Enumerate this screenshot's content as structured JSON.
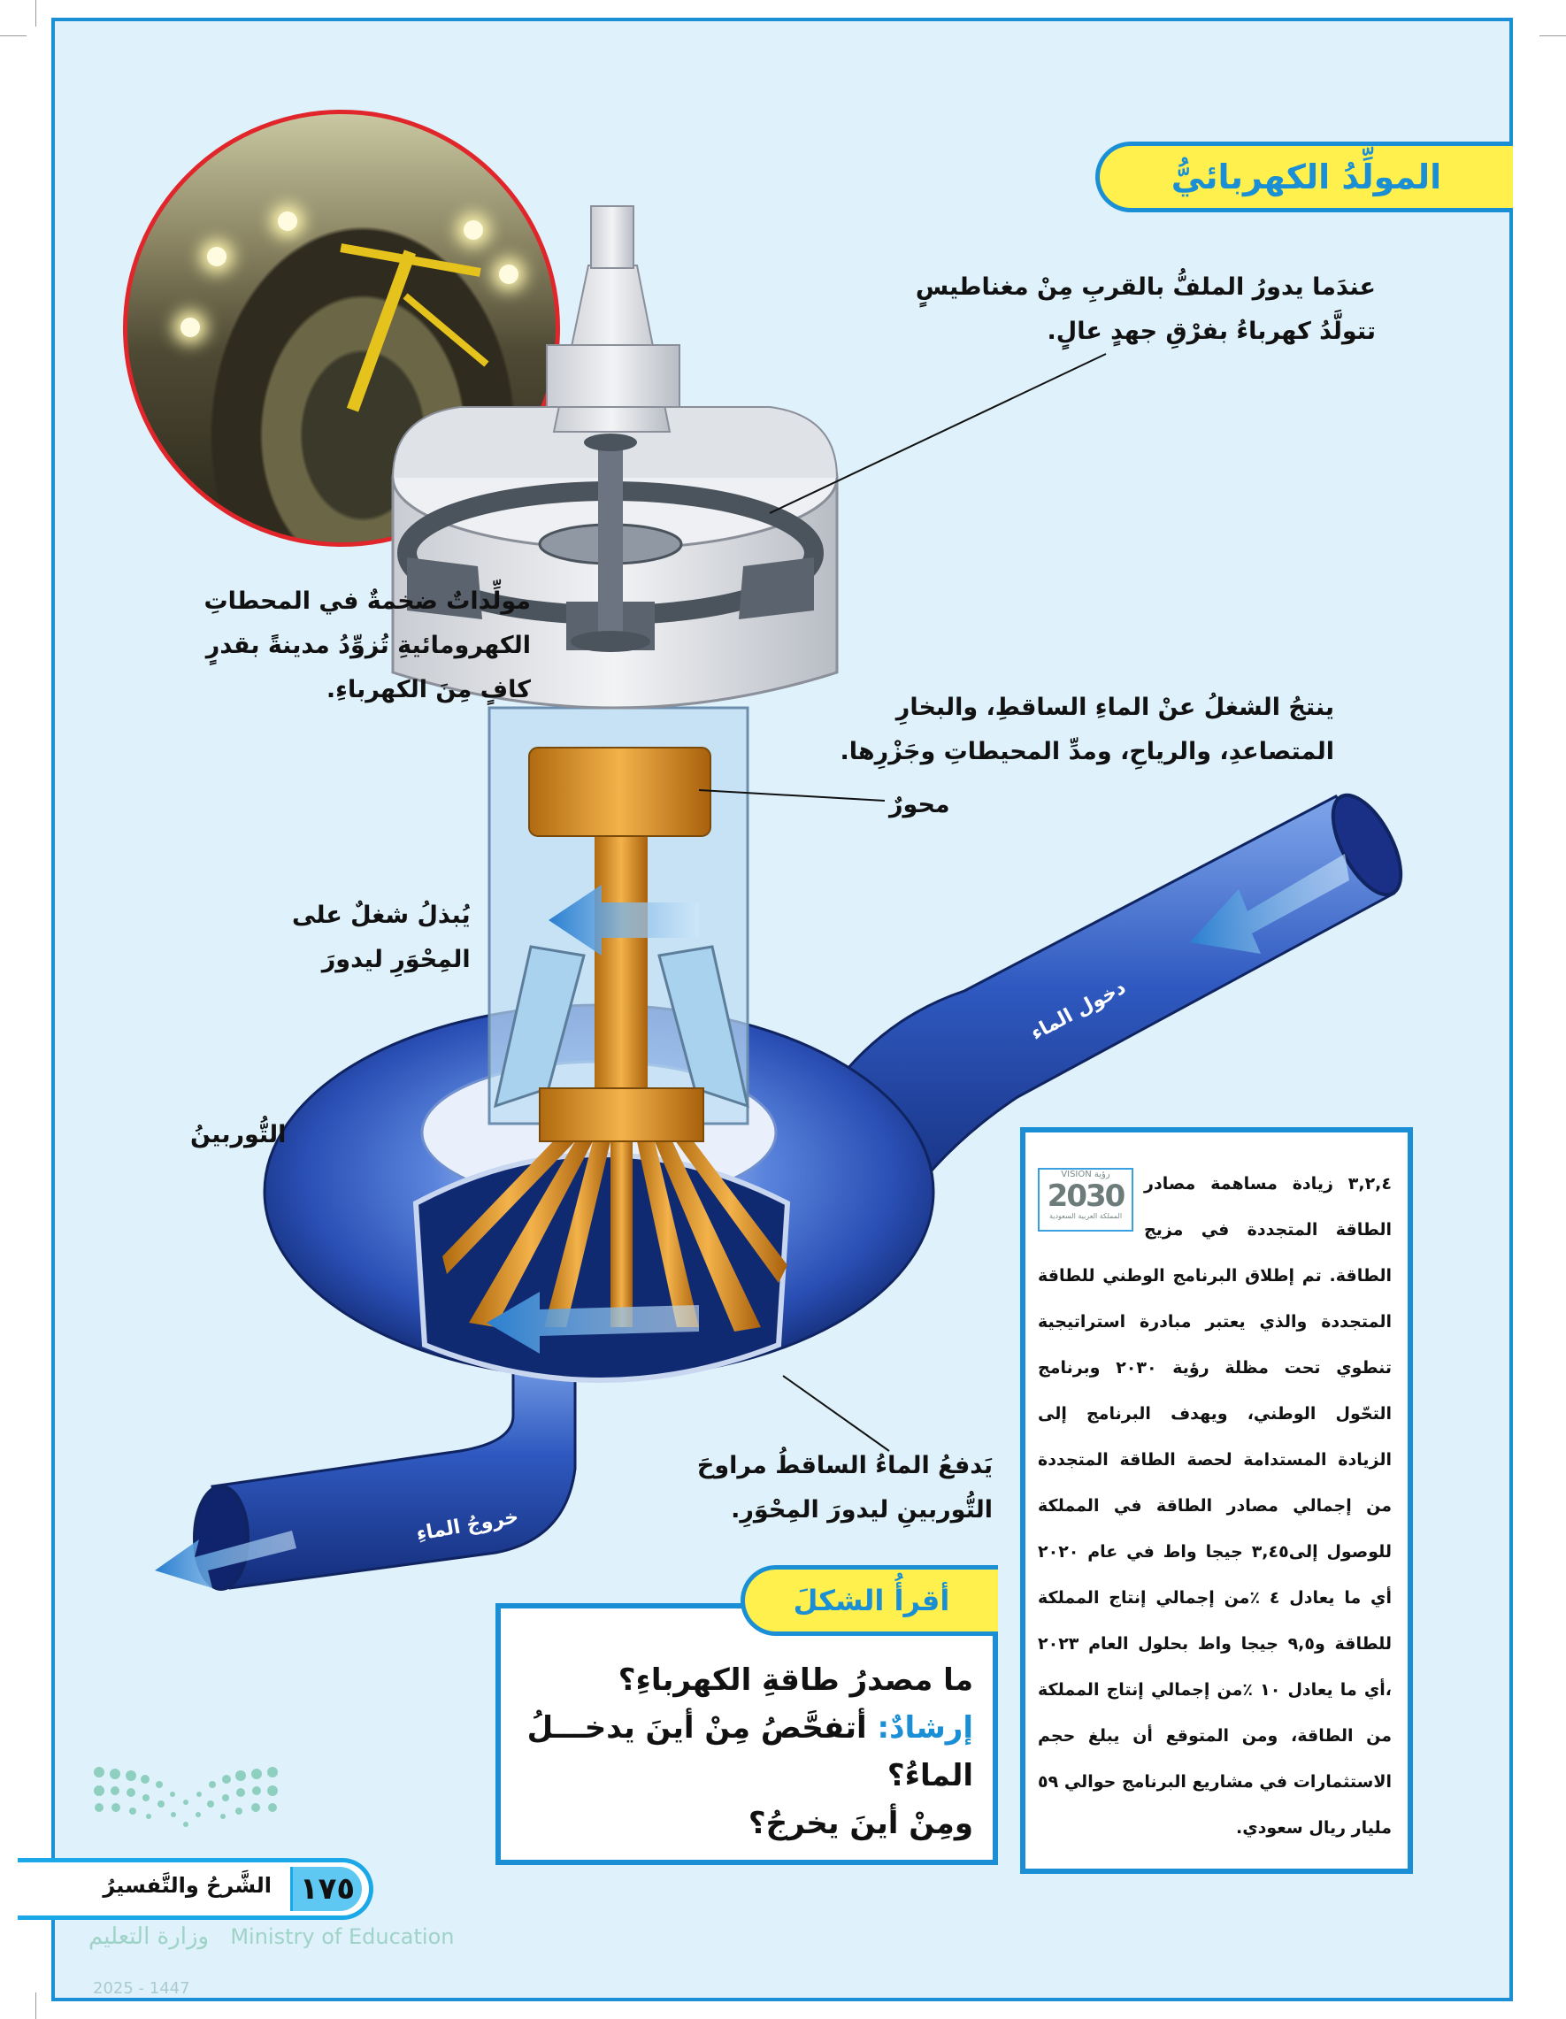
{
  "section_title": "المولِّدُ الكهربائيُّ",
  "captions": {
    "generator_coil": [
      "عندَما يدورُ الملفُّ بالقربِ مِنْ مغناطيسٍ",
      "تتولَّدُ كهرباءُ بفرْقِ جهدٍ عالٍ."
    ],
    "large_generators": [
      "مولِّداتٌ ضخمةٌ في المحطاتِ",
      "الكهرومائيةِ تُزوِّدُ مدينةً بقدرٍ",
      "كافٍ مِنَ الكهرباءِ."
    ],
    "work_source": [
      "ينتجُ الشغلُ عنْ الماءِ الساقطِ، والبخارِ",
      "المتصاعدِ، والرياحِ، ومدِّ المحيطاتِ وجَزْرِها."
    ],
    "shaft": "محورٌ",
    "work_on_shaft": [
      "يُبذلُ شغلٌ على",
      "المِحْوَرِ ليدورَ"
    ],
    "turbine": "التُّوربينُ",
    "water_in": "دخول الماء",
    "water_out": "خروجُ الماءِ",
    "falling_water": [
      "يَدفعُ الماءُ الساقطُ مراوحَ",
      "التُّوربينِ ليدورَ المِحْوَرِ."
    ]
  },
  "vision_logo": {
    "top": "VISION رؤية",
    "year": "2030",
    "sub": "المملكة العربية السعودية"
  },
  "info_box": {
    "text": "٣,٢,٤ زيادة مساهمة مصادر الطاقة المتجددة في مزيج الطاقة. تم إطلاق البرنامج الوطني للطاقة المتجددة والذي يعتبر مبادرة استراتيجية تنطوي تحت مظلة رؤية ٢٠٣٠ وبرنامج التحّول الوطني، ويهدف البرنامج إلى الزيادة المستدامة لحصة الطاقة المتجددة من إجمالي مصادر الطاقة في المملكة للوصول إلى٣,٤٥ جيجا واط في عام ٢٠٢٠ أي ما يعادل ٤ ٪من إجمالي إنتاج المملكة للطاقة و٩,٥ جيجا واط بحلول العام ٢٠٢٣ ،أي ما يعادل ١٠ ٪من إجمالي إنتاج المملكة من الطاقة، ومن المتوقع أن يبلغ حجم الاستثمارات في مشاريع البرنامج حوالي ٥٩ مليار ريال سعودي."
  },
  "read_figure": {
    "tab": "أقرأُ الشكلَ",
    "question": "ما مصدرُ طاقةِ الكهرباءِ؟",
    "hint_label": "إرشادٌ:",
    "hint": "أتفحَّصُ مِنْ أينَ يدخـــلُ الماءُ؟",
    "hint2": "ومِنْ أينَ يخرجُ؟"
  },
  "footer": {
    "title": "الشَّرحُ والتَّفسيرُ",
    "page_number": "١٧٥"
  },
  "watermark": {
    "arabic": "وزارة التعليم",
    "english": "Ministry of Education",
    "year": "2025 - 1447"
  },
  "colors": {
    "accent": "#1a8fd6",
    "banner": "#fff04d",
    "background": "#dff1fb",
    "photo_border": "#e0262a"
  }
}
